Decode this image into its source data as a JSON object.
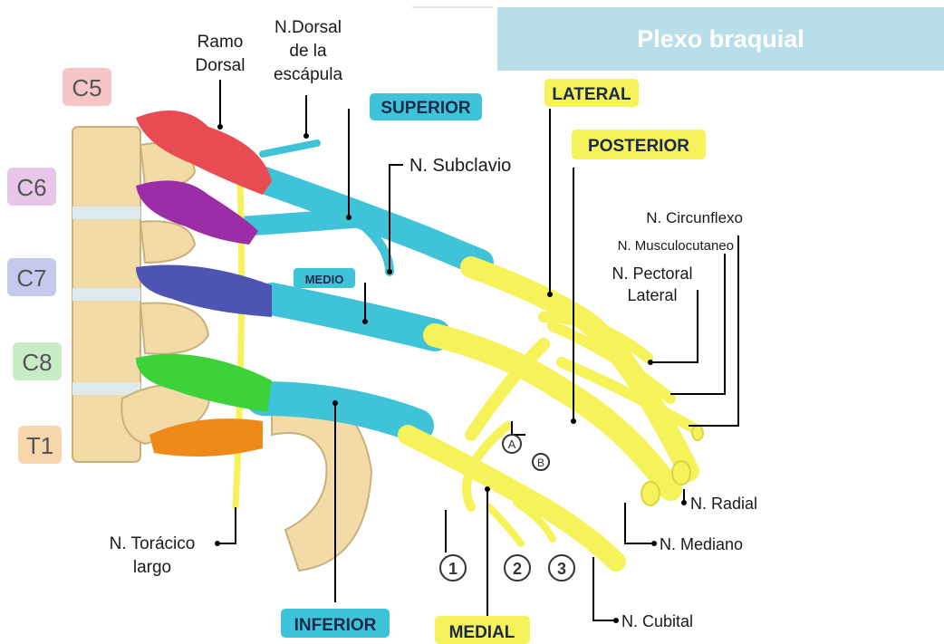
{
  "title": "Plexo braquial",
  "roots": [
    {
      "label": "C5",
      "color": "#e2666f",
      "bg": "#f6c5c8"
    },
    {
      "label": "C6",
      "color": "#9b3aa8",
      "bg": "#e8c6ea"
    },
    {
      "label": "C7",
      "color": "#4a4fa6",
      "bg": "#c6c9ee"
    },
    {
      "label": "C8",
      "color": "#3fa53b",
      "bg": "#c9ecc6"
    },
    {
      "label": "T1",
      "color": "#e08a2d",
      "bg": "#f7d6ab"
    }
  ],
  "trunks": {
    "superior": "SUPERIOR",
    "medio": "MEDIO",
    "inferior": "INFERIOR"
  },
  "cords": {
    "lateral": "LATERAL",
    "posterior": "POSTERIOR",
    "medial": "MEDIAL"
  },
  "labels": {
    "ramo_dorsal_1": "Ramo",
    "ramo_dorsal_2": "Dorsal",
    "dorsal_escapula_1": "N.Dorsal",
    "dorsal_escapula_2": "de la",
    "dorsal_escapula_3": "escápula",
    "subclavio": "N. Subclavio",
    "circunflexo": "N. Circunflexo",
    "musculocutaneo": "N. Musculocutaneo",
    "pectoral_lateral_1": "N. Pectoral",
    "pectoral_lateral_2": "Lateral",
    "radial": "N. Radial",
    "mediano": "N. Mediano",
    "cubital": "N. Cubital",
    "toracico_largo_1": "N. Torácico",
    "toracico_largo_2": "largo"
  },
  "markers": [
    "A",
    "B",
    "1",
    "2",
    "3"
  ],
  "colors": {
    "trunk": "#3ec3d8",
    "cord": "#f5f25a",
    "bone": "#f2dba6",
    "title_bg": "#b8dfe9"
  }
}
